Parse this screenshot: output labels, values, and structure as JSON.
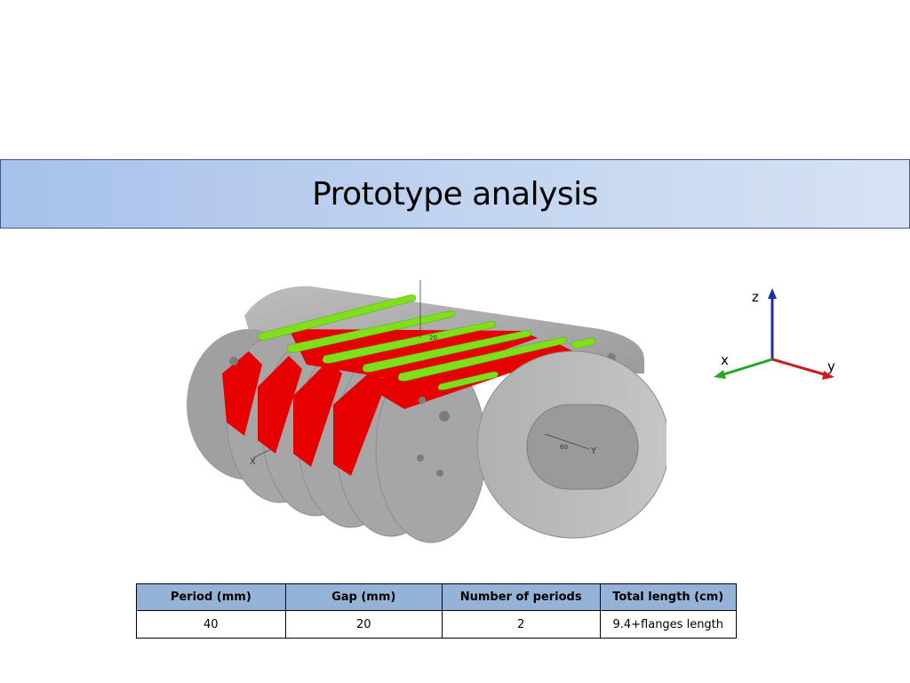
{
  "slide": {
    "title": "Prototype analysis"
  },
  "figure": {
    "model_tick_a": "20",
    "model_tick_b": "60",
    "model_axis_y": "Y",
    "model_axis_x": "X"
  },
  "axes_triad": {
    "z_label": "z",
    "x_label": "x",
    "y_label": "y",
    "colors": {
      "z": "#1a2fa8",
      "x": "#22a822",
      "y": "#c81e1e"
    }
  },
  "table": {
    "headers": [
      "Period (mm)",
      "Gap (mm)",
      "Number of periods",
      "Total length (cm)"
    ],
    "rows": [
      [
        "40",
        "20",
        "2",
        "9.4+flanges length"
      ]
    ]
  },
  "colors": {
    "title_band_border": "#3a5d8c",
    "table_header_fill": "#95b3d7",
    "model_gray": "#a9a9a9",
    "magnet_red": "#e60000",
    "pole_green": "#7fe01a"
  }
}
